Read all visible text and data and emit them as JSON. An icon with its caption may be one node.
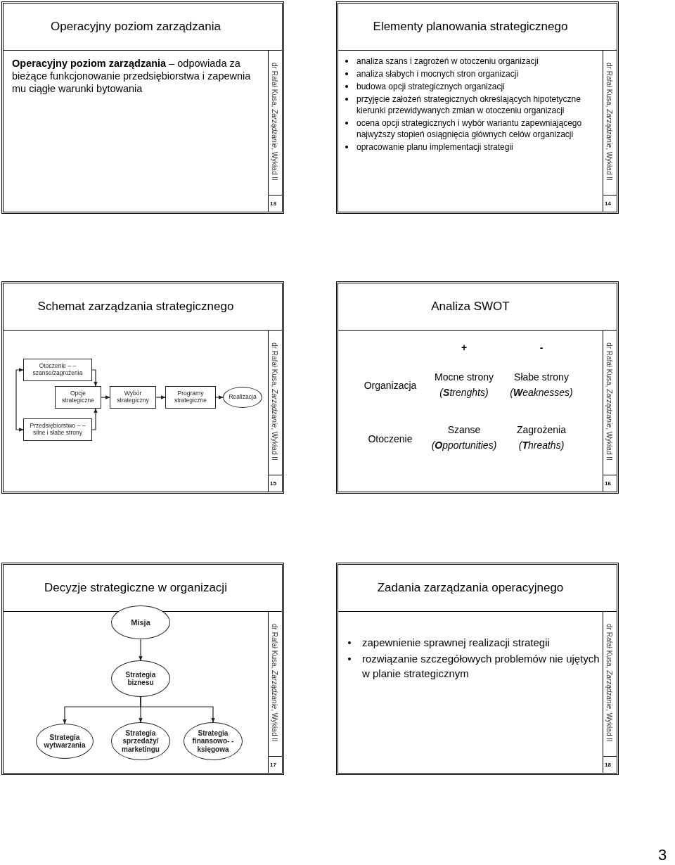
{
  "diagram": {
    "nodes": [
      {
        "text": [
          "Operacyjny poziom zarządzania",
          "**Operacyjny poziom zarządzania** – odpowiada za bieżące funkcjonowanie przedsiębiorstwa i zapewnia mu ciągłe warunki bytowania",
          "dr Rafał Kusa, *Zarządzanie*, Wykład II",
          "13"
        ]
      },
      {
        "text": [
          "Elementy planowania strategicznego",
          "analiza szans i zagrożeń w otoczeniu organizacji",
          "analiza słabych i mocnych stron organizacji",
          "budowa opcji strategicznych organizacji",
          "przyjęcie założeń strategicznych określających hipotetyczne kierunki przewidywanych zmian w otoczeniu organizacji",
          "ocena opcji strategicznych i wybór wariantu zapewniającego najwyższy stopień osiągnięcia głównych celów organizacji",
          "opracowanie planu implementacji strategii",
          "dr Rafał Kusa, *Zarządzanie*, Wykład II",
          "14"
        ]
      },
      {
        "text": [
          "Schemat zarządzania strategicznego",
          "dr Rafał Kusa, *Zarządzanie*, Wykład II",
          "15"
        ]
      },
      {
        "text": [
          "Otoczenie – – szanse/zagrożenia"
        ],
        "in": 2
      },
      {
        "text": [
          "Opcje strategiczne"
        ],
        "in": 2
      },
      {
        "text": [
          "Wybór strategiczny"
        ],
        "in": 2
      },
      {
        "text": [
          "Programy strategiczne"
        ],
        "in": 2
      },
      {
        "text": [
          "Realizacja"
        ],
        "in": 2
      },
      {
        "text": [
          "Przedsiębiorstwo – – silne i słabe strony"
        ],
        "in": 2
      },
      {
        "text": [
          "Analiza SWOT",
          "+",
          "-",
          "Organizacja",
          "Mocne strony",
          "(**S**trenghts)",
          "Słabe strony",
          "(**W**eaknesses)",
          "Otoczenie",
          "Szanse",
          "(**O**pportunities)",
          "Zagrożenia",
          "(**T**hreaths)",
          "dr Rafał Kusa, *Zarządzanie*, Wykład II",
          "16"
        ]
      },
      {
        "text": [
          "Decyzje strategiczne w organizacji",
          "dr Rafał Kusa, *Zarządzanie*, Wykład II",
          "17"
        ]
      },
      {
        "text": [
          "Misja"
        ],
        "in": 10
      },
      {
        "text": [
          "Strategia biznesu"
        ],
        "in": 10
      },
      {
        "text": [
          "Strategia wytwarzania"
        ],
        "in": 10
      },
      {
        "text": [
          "Strategia sprzedaży/ marketingu"
        ],
        "in": 10
      },
      {
        "text": [
          "Strategia finansowo- -księgowa"
        ],
        "in": 10
      },
      {
        "text": [
          "Zadania zarządzania operacyjnego",
          "zapewnienie sprawnej realizacji strategii",
          "rozwiązanie szczegółowych problemów nie ujętych w planie strategicznym",
          "dr Rafał Kusa, *Zarządzanie*, Wykład II",
          "18"
        ]
      }
    ],
    "edges": [
      {
        "from": 3,
        "to": 4,
        "arrow": "to"
      },
      {
        "from": 8,
        "to": 4,
        "arrow": "to"
      },
      {
        "from": 3,
        "to": 8,
        "arrow": "both"
      },
      {
        "from": 4,
        "to": 5,
        "arrow": "to"
      },
      {
        "from": 5,
        "to": 6,
        "arrow": "to"
      },
      {
        "from": 6,
        "to": 7,
        "arrow": "to"
      },
      {
        "from": 11,
        "to": 12,
        "arrow": "to"
      },
      {
        "from": 12,
        "to": 13,
        "arrow": "to"
      },
      {
        "from": 12,
        "to": 14,
        "arrow": "to"
      },
      {
        "from": 12,
        "to": 15,
        "arrow": "to"
      }
    ],
    "labels": [
      "3"
    ]
  }
}
